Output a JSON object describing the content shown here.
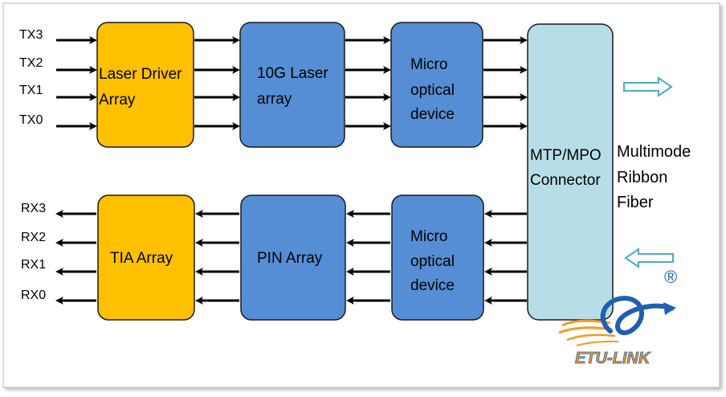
{
  "tx_labels": [
    "TX3",
    "TX2",
    "TX1",
    "TX0"
  ],
  "rx_labels": [
    "RX3",
    "RX2",
    "RX1",
    "RX0"
  ],
  "blocks": {
    "laser_driver": {
      "line1": "Laser Driver",
      "line2": "Array"
    },
    "laser_array": {
      "line1": "10G Laser",
      "line2": "array"
    },
    "micro_tx": {
      "line1": "Micro",
      "line2": "optical",
      "line3": "device"
    },
    "connector": {
      "line1": "MTP/MPO",
      "line2": "Connector"
    },
    "tia": {
      "line1": "TIA Array"
    },
    "pin": {
      "line1": "PIN Array"
    },
    "micro_rx": {
      "line1": "Micro",
      "line2": "optical",
      "line3": "device"
    }
  },
  "fiber": {
    "line1": "Multimode",
    "line2": "Ribbon",
    "line3": "Fiber"
  },
  "logo": {
    "text": "ETU-LINK",
    "registered": "®"
  },
  "colors": {
    "orange": "#FFC000",
    "blue": "#558ED5",
    "light_blue": "#B7DEE8",
    "arrow_outline": "#4BACC6",
    "logo_blue": "#1F5FB4",
    "logo_orange": "#F39A1E"
  }
}
